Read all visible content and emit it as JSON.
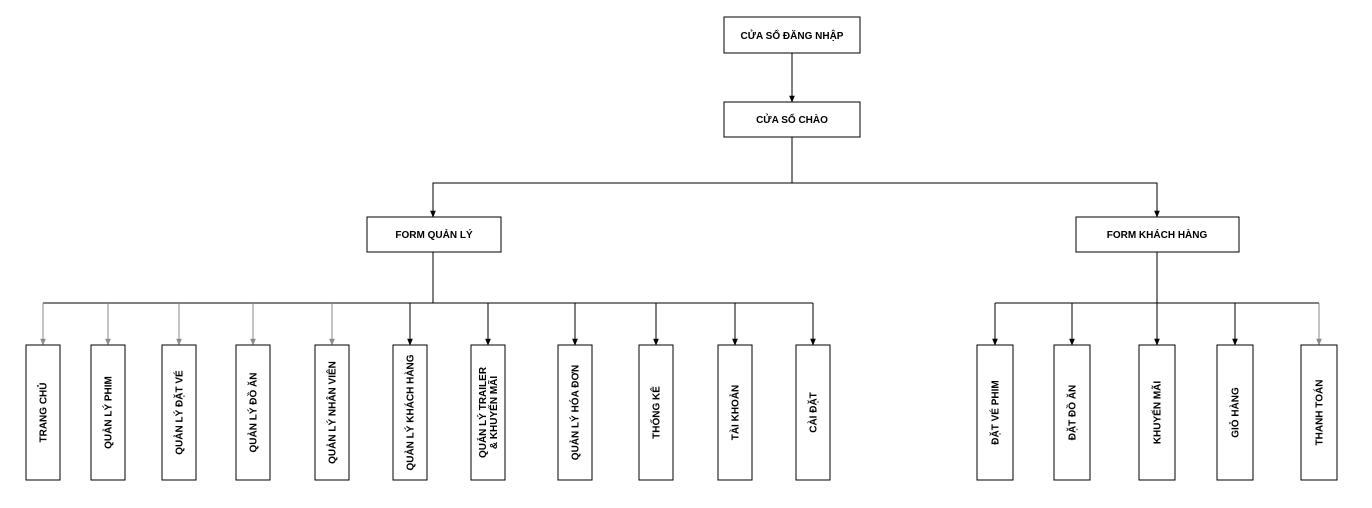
{
  "diagram": {
    "login_window": "CỬA SỔ ĐĂNG NHẬP",
    "welcome_window": "CỬA SỔ CHÀO",
    "admin_form": {
      "title": "FORM QUẢN LÝ",
      "items": [
        "TRANG CHỦ",
        "QUẢN LÝ PHIM",
        "QUẢN LÝ ĐẶT VÉ",
        "QUẢN LÝ ĐỒ ĂN",
        "QUẢN LÝ NHÂN VIÊN",
        "QUẢN LÝ KHÁCH HÀNG",
        "QUẢN LÝ TRAILER & KHUYẾN MÃI",
        "QUẢN LÝ HÓA ĐƠN",
        "THỐNG KÊ",
        "TÀI KHOẢN",
        "CÀI ĐẶT"
      ]
    },
    "customer_form": {
      "title": "FORM KHÁCH HÀNG",
      "items": [
        "ĐẶT VÉ PHIM",
        "ĐẶT ĐỒ ĂN",
        "KHUYẾN MÃI",
        "GIỎ HÀNG",
        "THANH TOÁN"
      ]
    }
  }
}
